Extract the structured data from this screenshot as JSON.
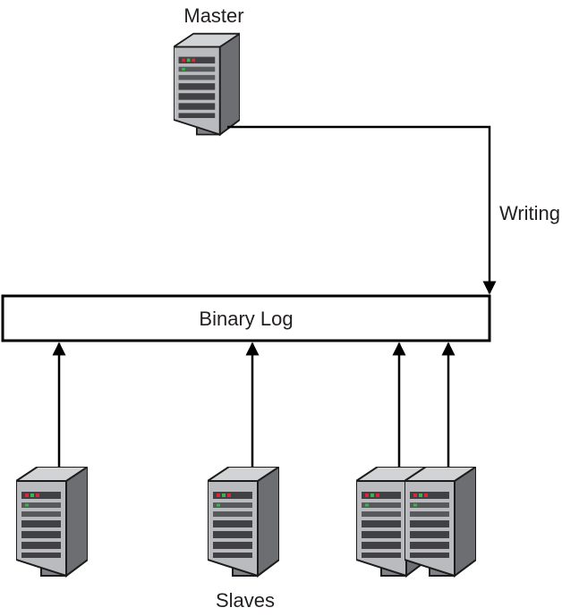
{
  "master": {
    "label": "Master",
    "icon": "server-icon"
  },
  "edge": {
    "label": "Writing"
  },
  "log": {
    "label": "Binary Log"
  },
  "slaves": {
    "label": "Slaves",
    "icon": "server-icon",
    "count": 4
  },
  "colors": {
    "line": "#000000",
    "text": "#231f20",
    "server_front": "#b9bbbe",
    "server_side": "#808285",
    "server_top": "#d1d3d4",
    "bay": "#414042",
    "led_red": "#d7263d",
    "led_green": "#39b54a"
  }
}
